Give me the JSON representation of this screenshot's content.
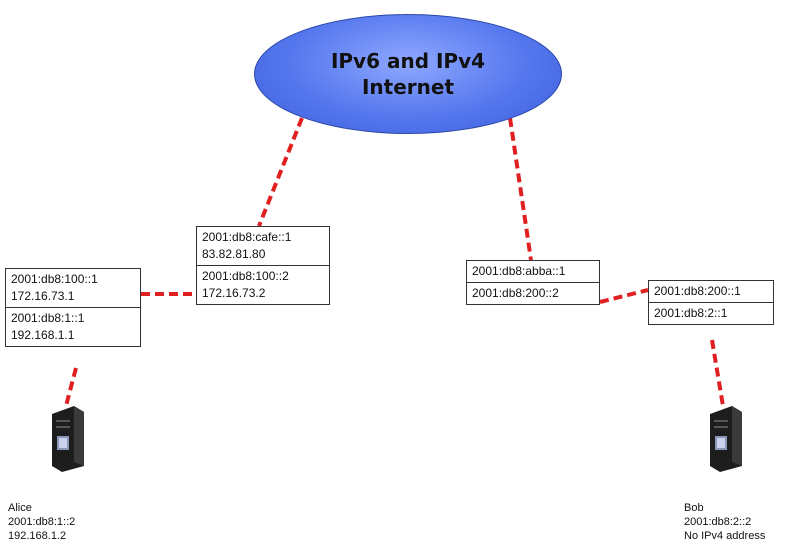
{
  "cloud": {
    "line1": "IPv6 and IPv4",
    "line2": "Internet"
  },
  "routers": {
    "alice_router": {
      "top": [
        "2001:db8:100::1",
        "172.16.73.1"
      ],
      "bottom": [
        "2001:db8:1::1",
        "192.168.1.1"
      ]
    },
    "isp_router": {
      "top": [
        "2001:db8:cafe::1",
        "83.82.81.80"
      ],
      "bottom": [
        "2001:db8:100::2",
        "172.16.73.2"
      ]
    },
    "isp_router_b": {
      "top": [
        "2001:db8:abba::1"
      ],
      "bottom": [
        "2001:db8:200::2"
      ]
    },
    "bob_router": {
      "top": [
        "2001:db8:200::1"
      ],
      "bottom": [
        "2001:db8:2::1"
      ]
    }
  },
  "hosts": {
    "alice": {
      "name": "Alice",
      "lines": [
        "2001:db8:1::2",
        "192.168.1.2"
      ]
    },
    "bob": {
      "name": "Bob",
      "lines": [
        "2001:db8:2::2",
        "No IPv4 address"
      ]
    }
  },
  "colors": {
    "link": "#e02020",
    "cloud": "#5577ee"
  }
}
